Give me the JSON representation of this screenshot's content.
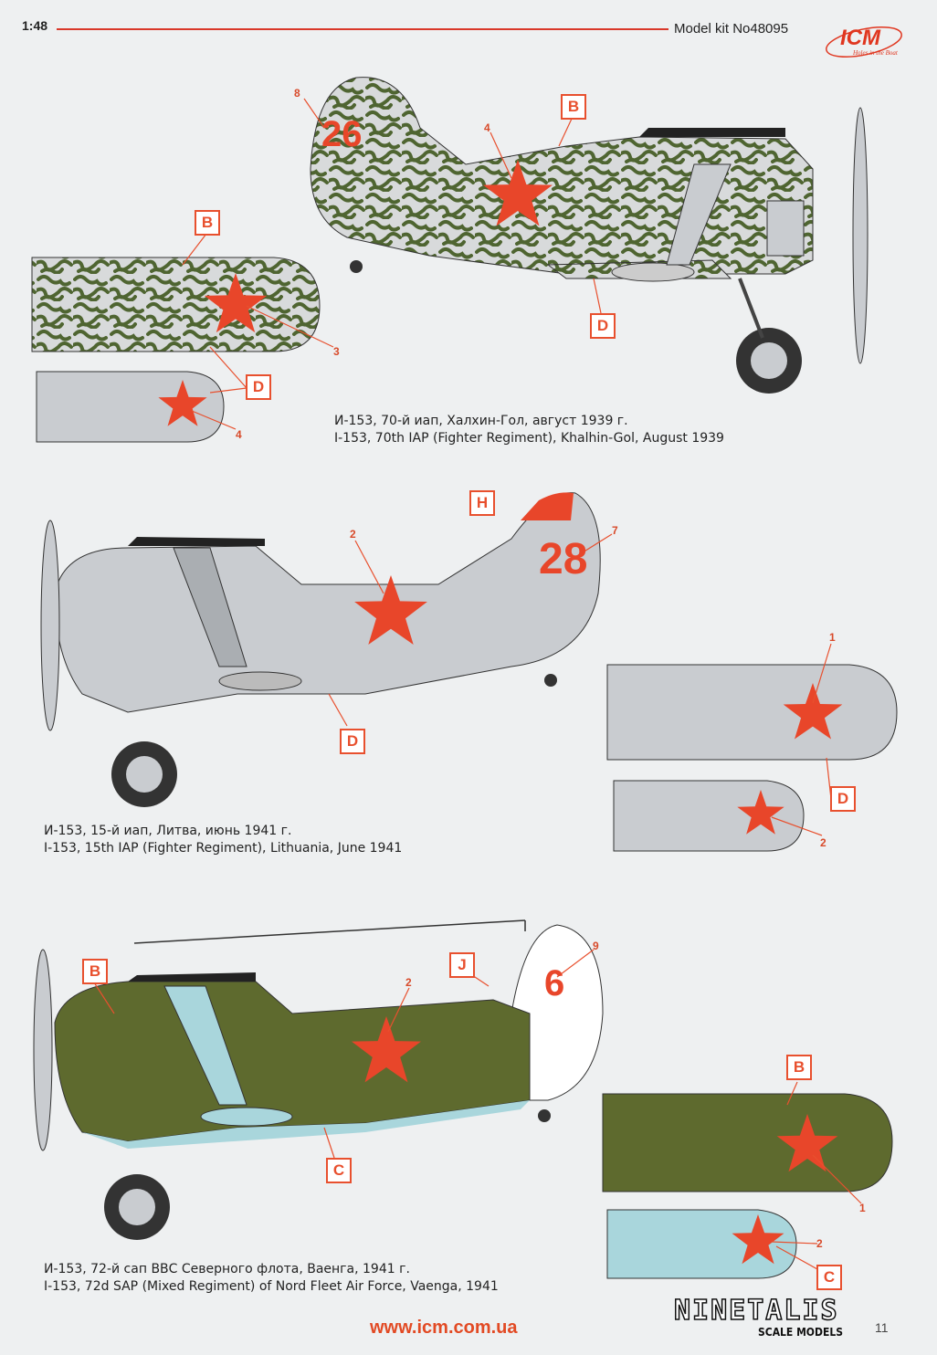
{
  "header": {
    "scale": "1:48",
    "kit": "Model kit No48095",
    "logo_text": "ICM",
    "logo_slogan": "Holes in the Boat"
  },
  "colors": {
    "accent": "#e8502e",
    "star": "#e8462a",
    "olive": "#5e6a2e",
    "camo_green": "#4e6330",
    "gray": "#c9ccd0",
    "light_blue": "#a9d6dc"
  },
  "schemes": [
    {
      "caption_ru": "И-153, 70-й иап, Халхин-Гол, август 1939 г.",
      "caption_en": "I-153, 70th IAP (Fighter Regiment), Khalhin-Gol, August 1939",
      "tail_number": "26",
      "callouts": [
        "B",
        "B",
        "D",
        "D"
      ],
      "decals": [
        "8",
        "4",
        "3",
        "4"
      ]
    },
    {
      "caption_ru": "И-153, 15-й иап, Литва, июнь 1941 г.",
      "caption_en": "I-153, 15th IAP (Fighter Regiment), Lithuania, June 1941",
      "tail_number": "28",
      "callouts": [
        "H",
        "D",
        "D"
      ],
      "decals": [
        "2",
        "7",
        "1",
        "2"
      ]
    },
    {
      "caption_ru": "И-153, 72-й сап ВВС Северного флота, Ваенга, 1941 г.",
      "caption_en": "I-153, 72d SAP (Mixed Regiment) of Nord Fleet Air Force, Vaenga, 1941",
      "tail_number": "6",
      "callouts": [
        "B",
        "J",
        "C",
        "B",
        "C"
      ],
      "decals": [
        "2",
        "9",
        "1",
        "2"
      ]
    }
  ],
  "footer": {
    "url": "www.icm.com.ua",
    "brand": "NINETALIS",
    "brand_sub": "SCALE MODELS",
    "page_number": "11"
  }
}
